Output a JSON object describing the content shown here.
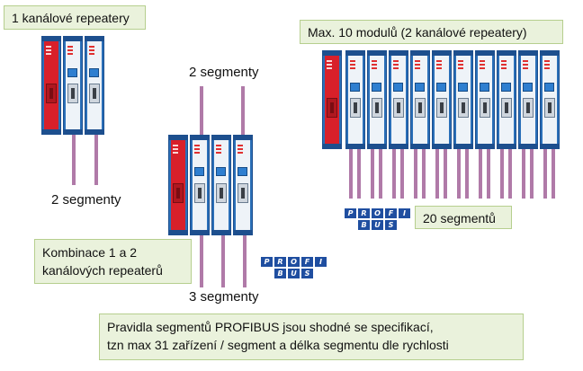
{
  "labels": {
    "one_channel": "1 kanálové repeatery",
    "max_modules": "Max. 10 modulů (2 kanálové repeatery)",
    "two_segments_top": "2 segmenty",
    "two_segments_left": "2 segmenty",
    "three_segments": "3 segmenty",
    "twenty_segments": "20 segmentů",
    "combination_line1": "Kombinace 1 a 2",
    "combination_line2": "kanálových repeaterů",
    "rules_line1": "Pravidla segmentů PROFIBUS jsou shodné se specifikací,",
    "rules_line2": "tzn max 31 zařízení / segment a délka segmentu dle rychlosti"
  },
  "logo": {
    "row1": [
      "P",
      "R",
      "O",
      "F",
      "I"
    ],
    "row2": [
      "B",
      "U",
      "S"
    ]
  },
  "colors": {
    "label_fill": "#eaf2dc",
    "module_blue": "#2a6fb8",
    "module_red": "#d8202a",
    "cable": "#b07aa8",
    "logo_blue": "#1f4ea0"
  }
}
